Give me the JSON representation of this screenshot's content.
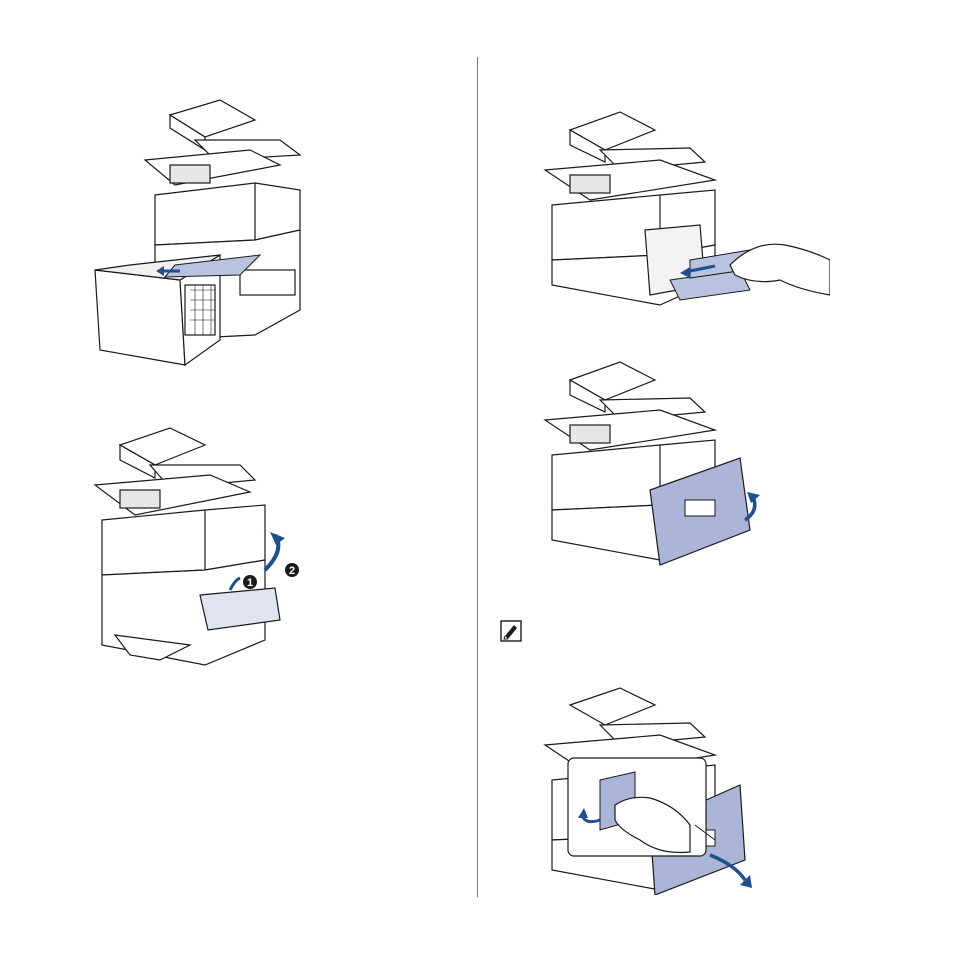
{
  "figures": {
    "tray_pull": {
      "icon": "printer-tray-pulled-out"
    },
    "cover_open": {
      "icon": "printer-side-cover-open",
      "callouts": [
        "1",
        "2"
      ]
    },
    "paper_remove": {
      "icon": "printer-paper-removal-by-hand"
    },
    "side_door": {
      "icon": "printer-side-door-open"
    },
    "lever_push": {
      "icon": "printer-lever-push-detail"
    }
  },
  "note": {
    "icon": "note-pencil-icon"
  },
  "colors": {
    "line": "#1a1a1a",
    "paper": "#b9c3df",
    "door": "#aab5d8",
    "arrow": "#1e4f8e",
    "callout_bg": "#1a1a1a"
  }
}
